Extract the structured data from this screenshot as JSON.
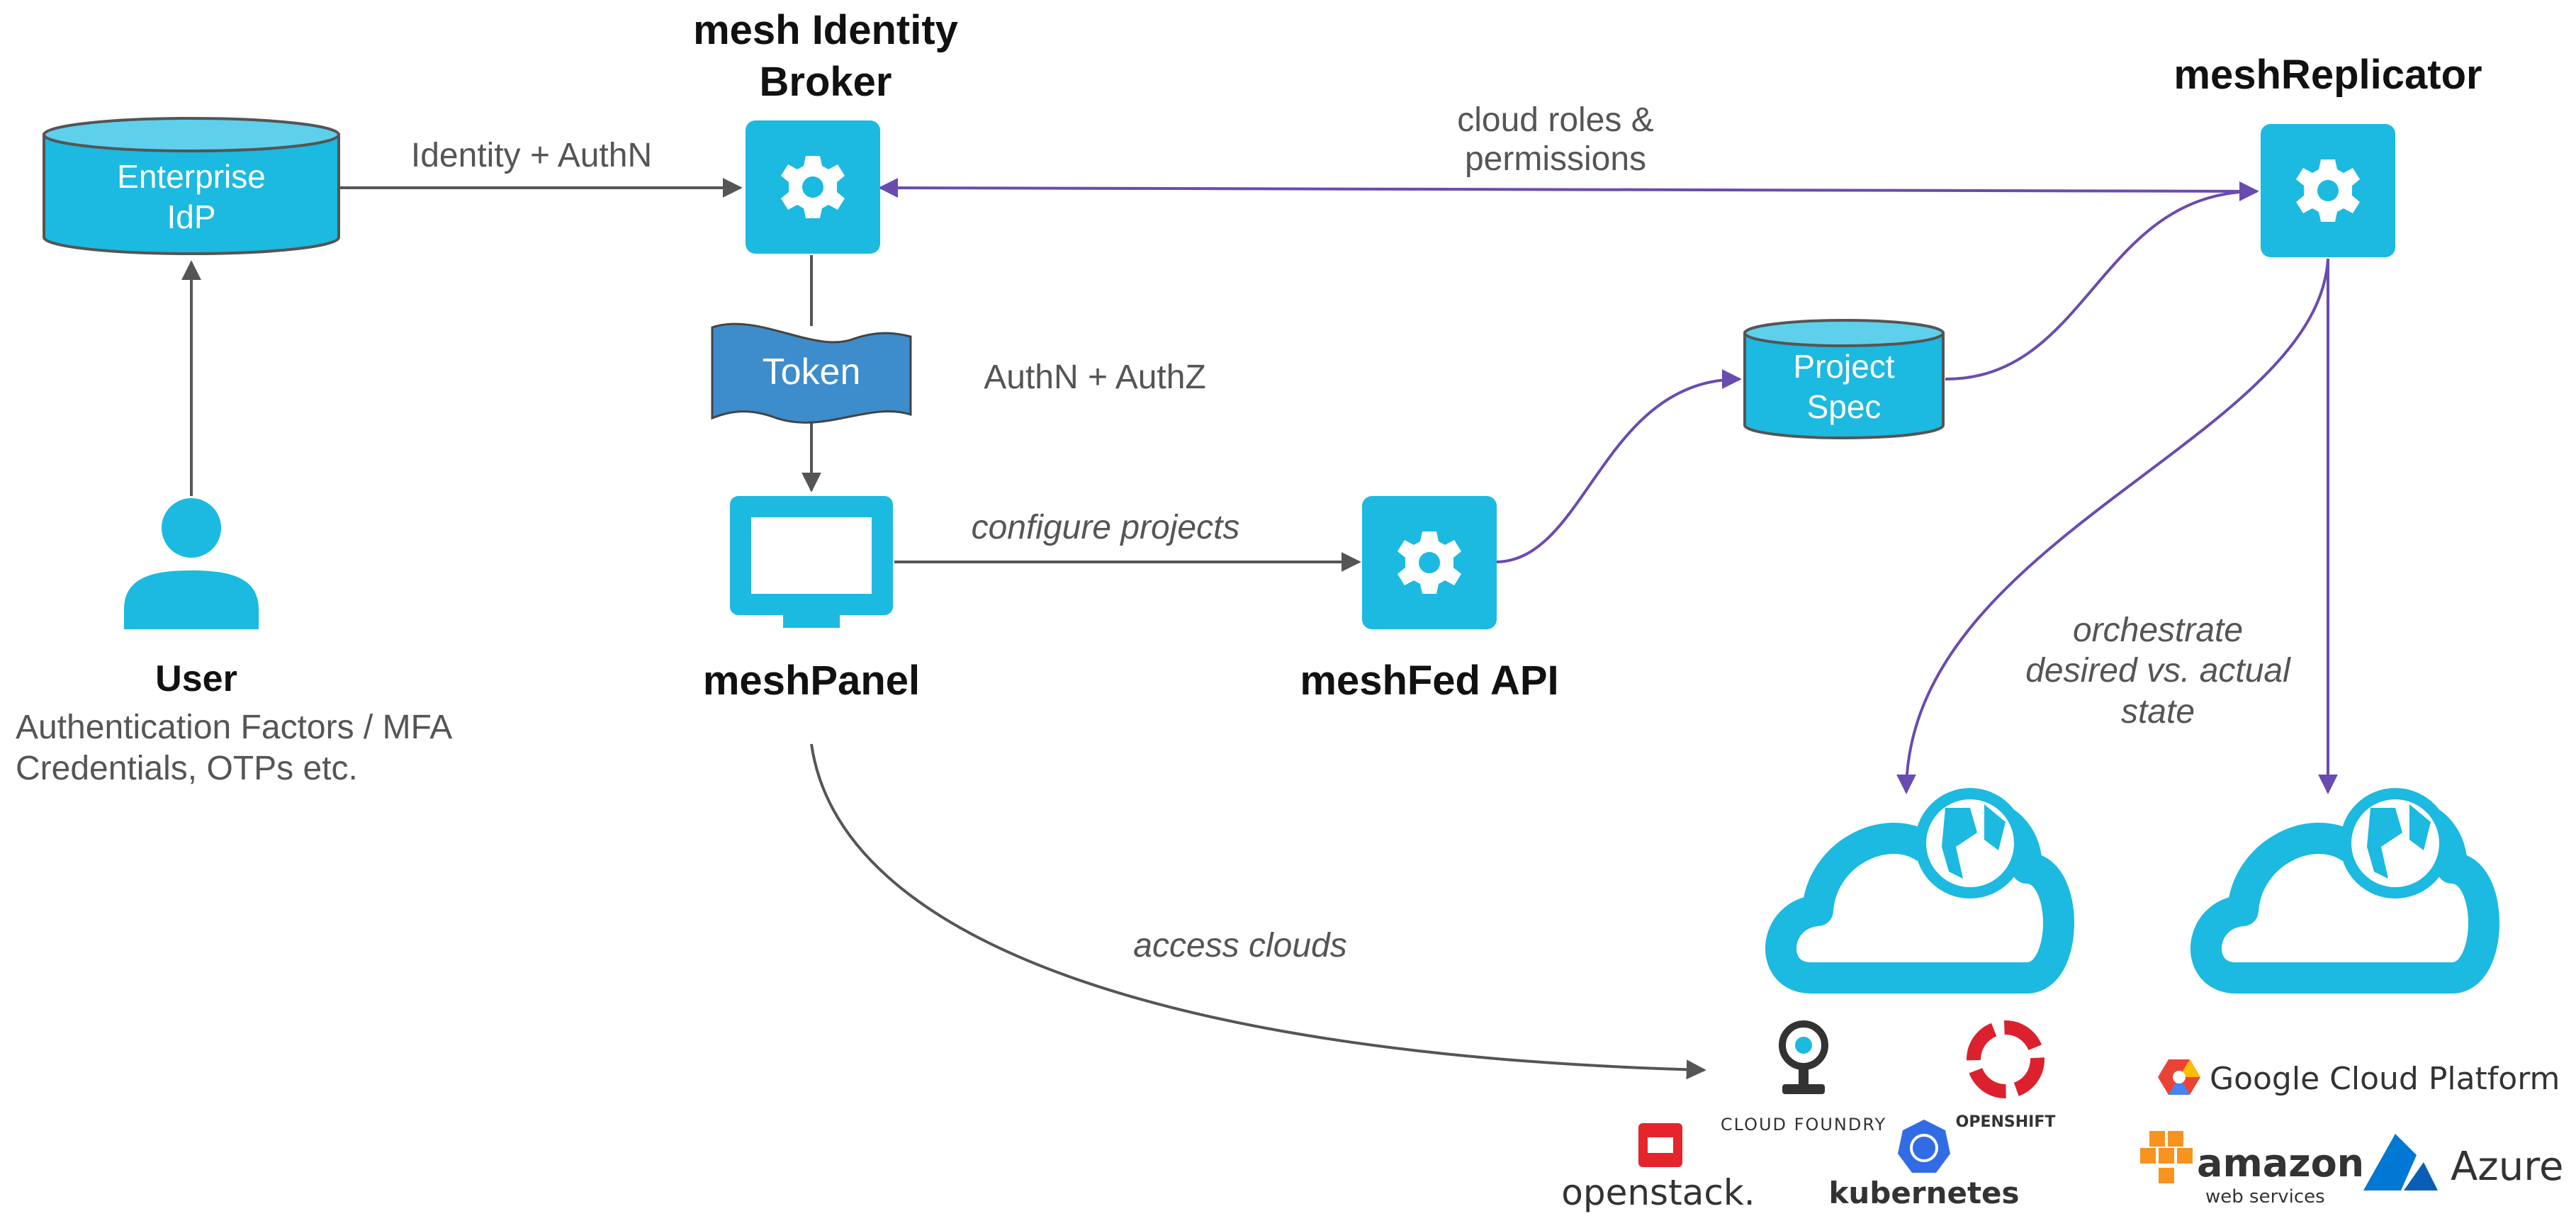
{
  "nodes": {
    "enterprise_idp": {
      "line1": "Enterprise",
      "line2": "IdP"
    },
    "identity_broker": {
      "title_line1": "mesh Identity",
      "title_line2": "Broker"
    },
    "replicator": {
      "title": "meshReplicator"
    },
    "token": {
      "label": "Token"
    },
    "panel": {
      "title": "meshPanel"
    },
    "fed_api": {
      "title": "meshFed API"
    },
    "project_spec": {
      "line1": "Project",
      "line2": "Spec"
    },
    "user": {
      "title": "User",
      "desc_line1": "Authentication Factors / MFA",
      "desc_line2": "Credentials, OTPs etc."
    }
  },
  "edges": {
    "identity_authn": "Identity + AuthN",
    "cloud_roles_line1": "cloud roles &",
    "cloud_roles_line2": "permissions",
    "authn_authz": "AuthN + AuthZ",
    "configure_projects": "configure projects",
    "orchestrate_line1": "orchestrate",
    "orchestrate_line2": "desired vs. actual",
    "orchestrate_line3": "state",
    "access_clouds": "access clouds"
  },
  "logos": {
    "cloudfoundry": "CLOUD FOUNDRY",
    "openshift": "OPENSHIFT",
    "openstack": "openstack.",
    "kubernetes": "kubernetes",
    "gcp": "Google Cloud Platform",
    "amazon": "amazon",
    "amazon_sub": "web services",
    "azure": "Azure"
  },
  "colors": {
    "accent": "#1CB9E0",
    "token_blue": "#3D8CCB",
    "gray_arrow": "#555555",
    "purple_arrow": "#6A4BAF",
    "openstack_red": "#E5242C",
    "openshift_red": "#DB212E",
    "aws_orange": "#F7931E",
    "azure_blue": "#0078D4"
  }
}
